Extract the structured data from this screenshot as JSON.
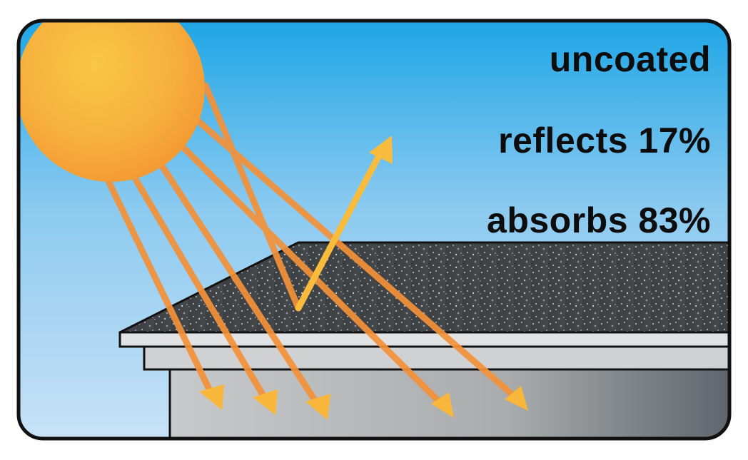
{
  "labels": {
    "coating": "uncoated",
    "reflects": "reflects 17%",
    "absorbs": "absorbs 83%"
  },
  "metrics": {
    "reflected_percent": 17,
    "absorbed_percent": 83
  },
  "colors": {
    "sky_top": "#1ea6e6",
    "sky_bottom": "#c8e2f6",
    "sun_center": "#f8c743",
    "sun_edge": "#f39a33",
    "ray_incoming": "#f39138",
    "ray_reflected": "#f8bb3c",
    "roof_shingle": "#3c3f42",
    "wall_light": "#c7c9ca",
    "wall_dark": "#5d646b",
    "frame": "#111111"
  },
  "icons": {
    "sun": "sun-icon",
    "roof": "roof-icon"
  }
}
